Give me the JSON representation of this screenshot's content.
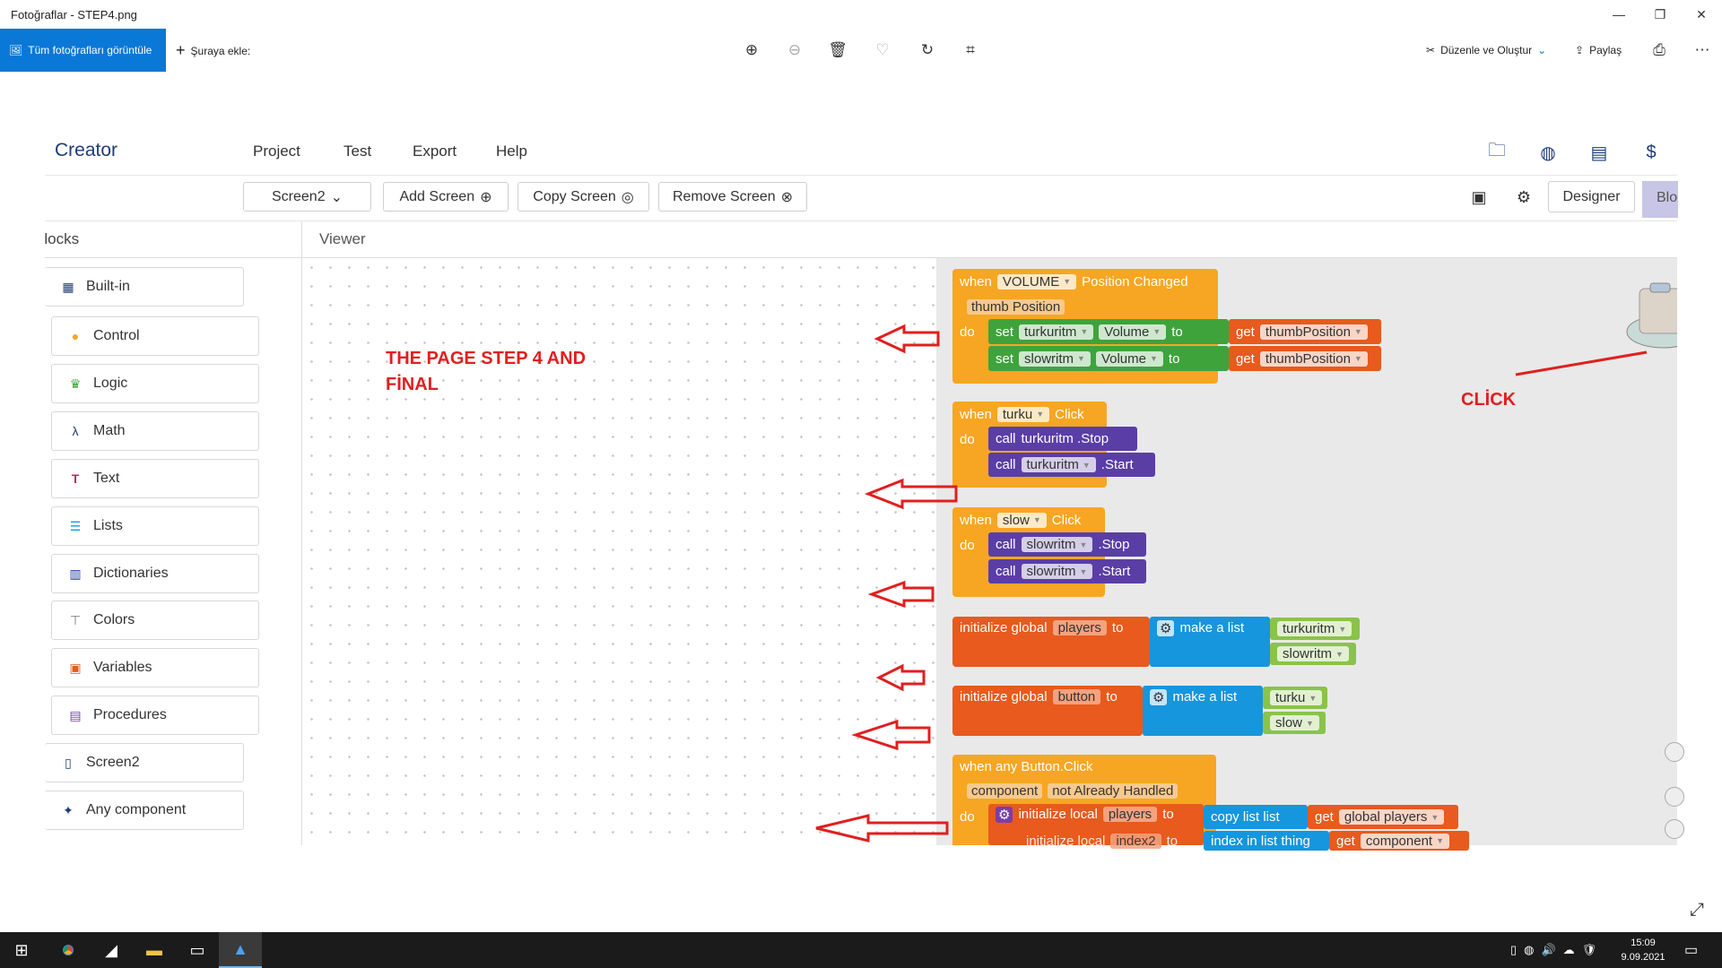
{
  "window": {
    "title": "Fotoğraflar - STEP4.png",
    "minimize": "—",
    "restore": "❐",
    "close": "✕"
  },
  "photos_toolbar": {
    "all_photos": "Tüm fotoğrafları görüntüle",
    "add_to": "Şuraya ekle:",
    "edit_create": "Düzenle ve Oluştur",
    "share": "Paylaş",
    "more": "⋯"
  },
  "app": {
    "logo": "Creator",
    "menu": [
      "Project",
      "Test",
      "Export",
      "Help"
    ],
    "screen_buttons": {
      "screen": "Screen2",
      "add": "Add Screen",
      "copy": "Copy Screen",
      "remove": "Remove Screen"
    },
    "designer": "Designer",
    "blocks": "Blocks",
    "left_header": "Blocks",
    "viewer_header": "Viewer"
  },
  "drawers": {
    "builtin": "Built-in",
    "items": [
      "Control",
      "Logic",
      "Math",
      "Text",
      "Lists",
      "Dictionaries",
      "Colors",
      "Variables",
      "Procedures"
    ],
    "screen": "Screen2",
    "any": "Any component"
  },
  "blocks": {
    "b1": {
      "when": "when",
      "comp": "VOLUME",
      "event": "Position Changed",
      "param": "thumb Position",
      "do": "do",
      "set": "set",
      "to": "to",
      "get": "get",
      "var1": "turkuritm",
      "prop": "Volume",
      "var2": "slowritm",
      "val": "thumbPosition"
    },
    "b2": {
      "when": "when",
      "comp": "turku",
      "event": "Click",
      "do": "do",
      "call": "call",
      "line1": "turkuritm .Stop",
      "comp2": "turkuritm",
      "start": ".Start"
    },
    "b3": {
      "when": "when",
      "comp": "slow",
      "event": "Click",
      "do": "do",
      "call": "call",
      "comp1": "slowritm",
      "stop": ".Stop",
      "comp2": "slowritm",
      "start": ".Start"
    },
    "b4": {
      "init": "initialize global",
      "name": "players",
      "to": "to",
      "make": "make a list",
      "item1": "turkuritm",
      "item2": "slowritm"
    },
    "b5": {
      "init": "initialize global",
      "name": "button",
      "to": "to",
      "make": "make a list",
      "item1": "turku",
      "item2": "slow"
    },
    "b6": {
      "header": "when any Button.Click",
      "p1": "component",
      "p2": "not Already Handled",
      "do": "do",
      "init_local": "initialize local",
      "name1": "players",
      "to": "to",
      "copy": "copy list  list",
      "get": "get",
      "val1": "global players",
      "name2": "index2",
      "index": "index in list  thing",
      "val2": "component"
    }
  },
  "annotations": {
    "step": "THE PAGE STEP 4 AND\nFİNAL",
    "click": "CLİCK"
  },
  "taskbar": {
    "time": "15:09",
    "date": "9.09.2021"
  }
}
